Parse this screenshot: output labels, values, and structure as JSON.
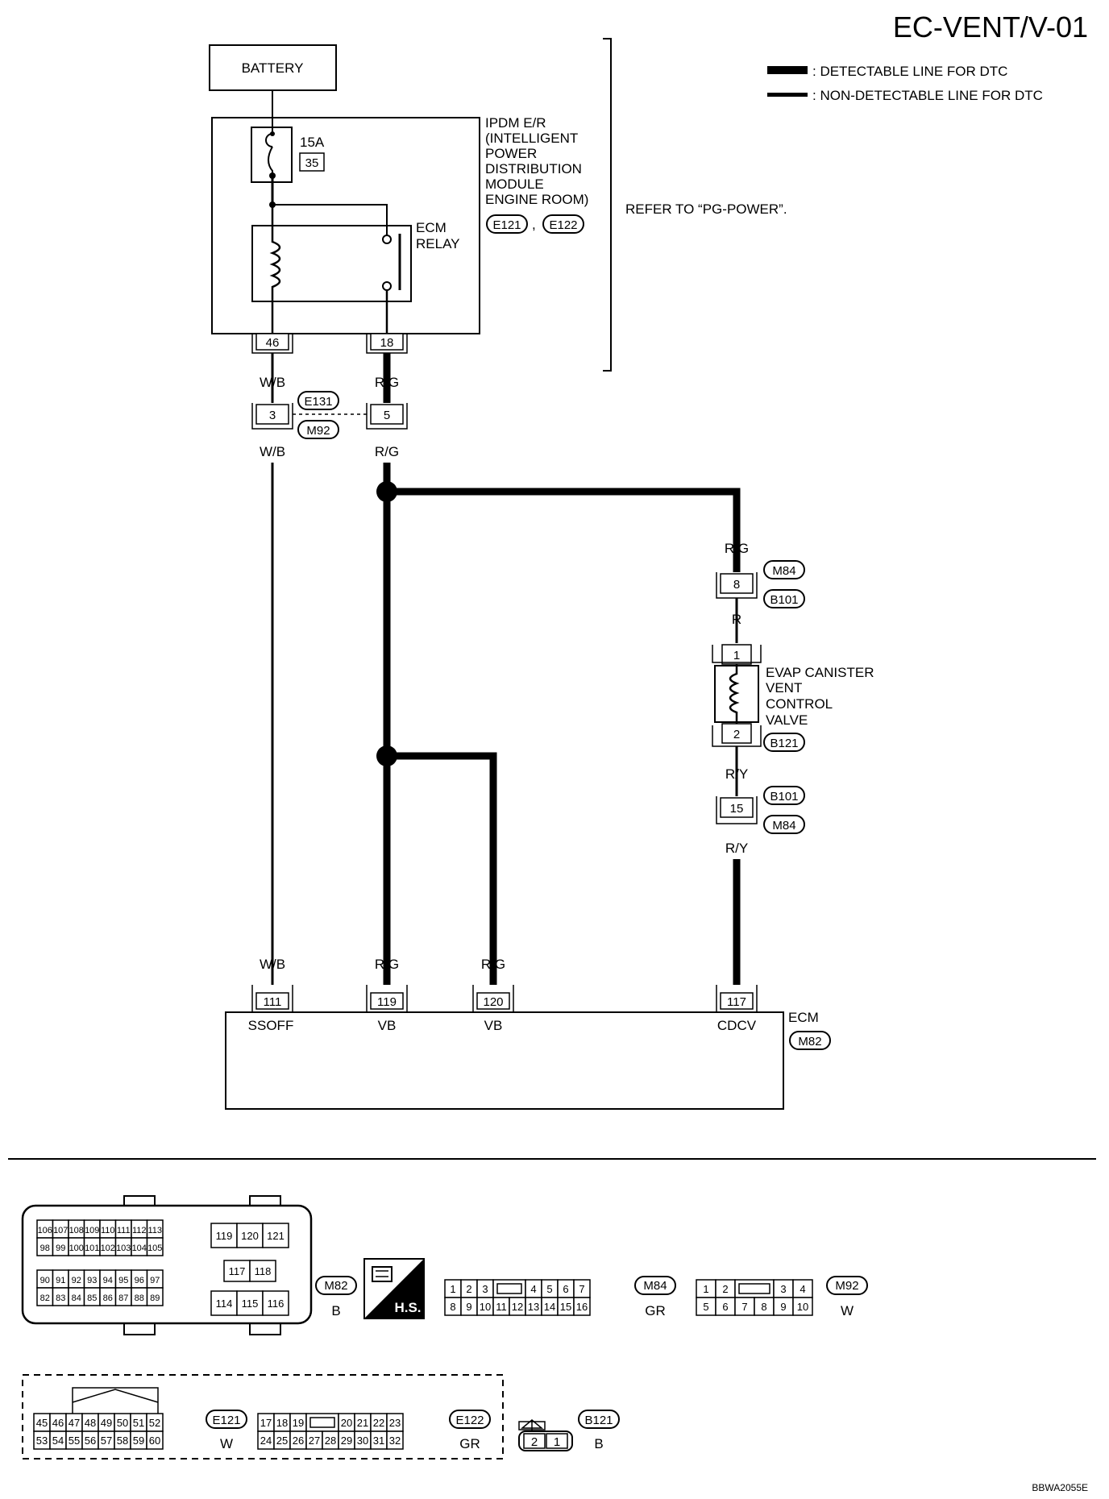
{
  "title": "EC-VENT/V-01",
  "legend": {
    "detectable": ": DETECTABLE LINE FOR DTC",
    "non_detectable": ": NON-DETECTABLE LINE FOR DTC"
  },
  "battery": "BATTERY",
  "fuse": {
    "rating": "15A",
    "number": "35"
  },
  "ipdm": {
    "lines": [
      "IPDM E/R",
      "(INTELLIGENT",
      "POWER",
      "DISTRIBUTION",
      "MODULE",
      "ENGINE ROOM)"
    ],
    "connectors": [
      "E121",
      "E122"
    ],
    "separator": ","
  },
  "ecm_relay": [
    "ECM",
    "RELAY"
  ],
  "refer_note": "REFER TO “PG-POWER”.",
  "terminals": {
    "ipdm_46": "46",
    "ipdm_18": "18",
    "jc_3": "3",
    "jc_5": "5",
    "m84_8": "8",
    "valve_1": "1",
    "valve_2": "2",
    "m84_15": "15",
    "ecm_111": "111",
    "ecm_119": "119",
    "ecm_120": "120",
    "ecm_117": "117"
  },
  "wires": {
    "wb_1": "W/B",
    "rg_1": "R/G",
    "wb_2": "W/B",
    "rg_2": "R/G",
    "rg_3": "R/G",
    "r_1": "R",
    "ry_1": "R/Y",
    "ry_2": "R/Y",
    "wb_3": "W/B",
    "rg_4": "R/G",
    "rg_5": "R/G"
  },
  "connector_ids": {
    "e131": "E131",
    "m92": "M92",
    "m84_a": "M84",
    "b101_a": "B101",
    "b121_a": "B121",
    "b101_b": "B101",
    "m84_b": "M84",
    "m82_a": "M82"
  },
  "valve_label": [
    "EVAP CANISTER",
    "VENT",
    "CONTROL",
    "VALVE"
  ],
  "ecm": {
    "label": "ECM",
    "pins": [
      "SSOFF",
      "VB",
      "VB",
      "CDCV"
    ]
  },
  "connector_views": {
    "m82": {
      "id": "M82",
      "color": "B",
      "row1": [
        "106",
        "107",
        "108",
        "109",
        "110",
        "111",
        "112",
        "113"
      ],
      "row2": [
        "98",
        "99",
        "100",
        "101",
        "102",
        "103",
        "104",
        "105"
      ],
      "row3": [
        "90",
        "91",
        "92",
        "93",
        "94",
        "95",
        "96",
        "97"
      ],
      "row4": [
        "82",
        "83",
        "84",
        "85",
        "86",
        "87",
        "88",
        "89"
      ],
      "right_top": [
        "119",
        "120",
        "121"
      ],
      "right_mid": [
        "117",
        "118"
      ],
      "right_bot": [
        "114",
        "115",
        "116"
      ]
    },
    "hs": "H.S.",
    "m84": {
      "id": "M84",
      "color": "GR",
      "top": [
        "1",
        "2",
        "3",
        "",
        "4",
        "5",
        "6",
        "7"
      ],
      "bottom": [
        "8",
        "9",
        "10",
        "11",
        "12",
        "13",
        "14",
        "15",
        "16"
      ]
    },
    "m92": {
      "id": "M92",
      "color": "W",
      "top": [
        "1",
        "2",
        "",
        "3",
        "4"
      ],
      "bottom": [
        "5",
        "6",
        "7",
        "8",
        "9",
        "10"
      ]
    },
    "e121": {
      "id": "E121",
      "color": "W",
      "top": [
        "45",
        "46",
        "47",
        "48",
        "49",
        "50",
        "51",
        "52"
      ],
      "bottom": [
        "53",
        "54",
        "55",
        "56",
        "57",
        "58",
        "59",
        "60"
      ]
    },
    "e122": {
      "id": "E122",
      "color": "GR",
      "top": [
        "17",
        "18",
        "19",
        "",
        "20",
        "21",
        "22",
        "23"
      ],
      "bottom": [
        "24",
        "25",
        "26",
        "27",
        "28",
        "29",
        "30",
        "31",
        "32"
      ]
    },
    "b121": {
      "id": "B121",
      "color": "B",
      "pins": [
        "2",
        "1"
      ]
    }
  },
  "footer_code": "BBWA2055E"
}
